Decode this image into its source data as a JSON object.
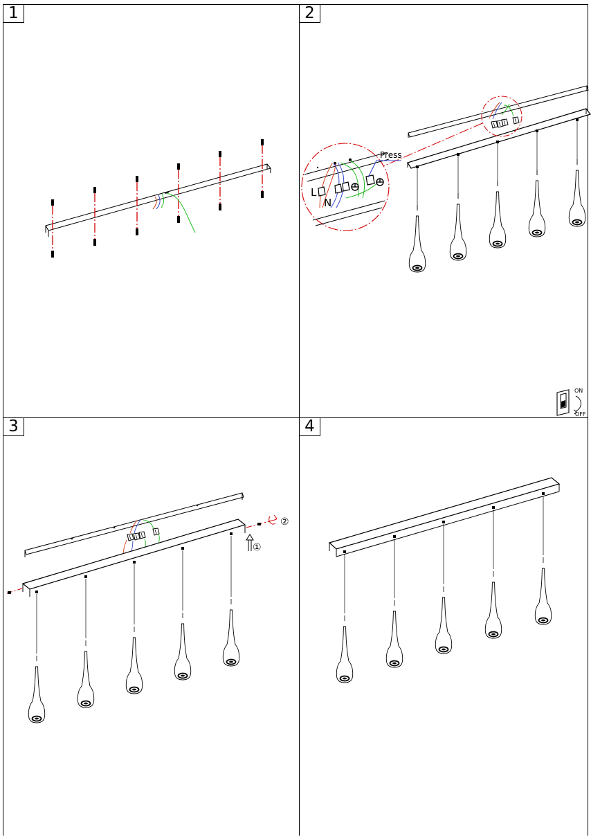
{
  "steps": [
    {
      "number": "1"
    },
    {
      "number": "2"
    },
    {
      "number": "3"
    },
    {
      "number": "4"
    }
  ],
  "labels": {
    "press": "Press",
    "live": "L",
    "neutral": "N",
    "switch_on": "ON",
    "switch_off": "OFF",
    "order_one": "①",
    "order_two": "②"
  },
  "colors": {
    "line": "#000000",
    "suspension_cable": "#d40000",
    "live_wire": "#d43a1a",
    "neutral_wire": "#3344cc",
    "earth_wire": "#22bb22",
    "detail_circle": "#d40000",
    "press_line": "#3344cc"
  },
  "icons": [
    "switch-off-icon",
    "earth-terminal-icon",
    "rotate-arrow-icon",
    "up-arrow-icon"
  ]
}
